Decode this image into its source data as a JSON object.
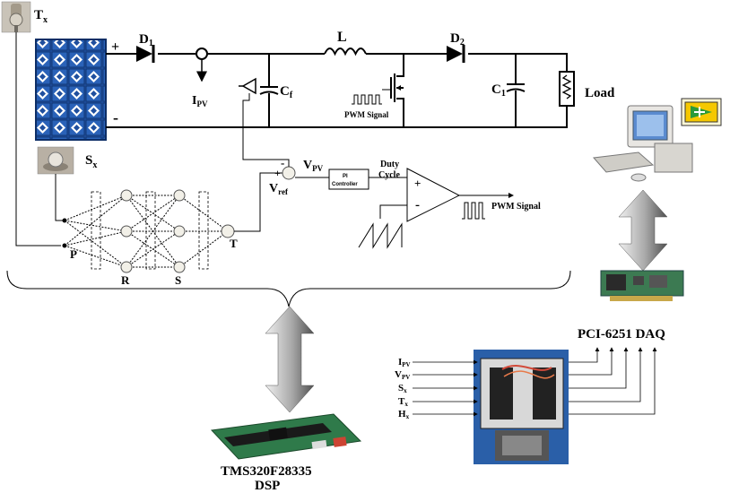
{
  "sensors": {
    "tx": "T",
    "tx_sub": "x",
    "sx": "S",
    "sx_sub": "x"
  },
  "circuit": {
    "plus": "+",
    "minus": "-",
    "d1": "D",
    "d1_sub": "1",
    "d2": "D",
    "d2_sub": "2",
    "inductor": "L",
    "ipv": "I",
    "ipv_sub": "PV",
    "cf": "C",
    "cf_sub": "f",
    "c1": "C",
    "c1_sub": "1",
    "load": "Load",
    "pwm_label": "PWM Signal"
  },
  "controller": {
    "vpv": "V",
    "vpv_sub": "PV",
    "vref": "V",
    "vref_sub": "ref",
    "sum_plus": "+",
    "sum_minus": "-",
    "pi_line1": "PI",
    "pi_line2": "Controller",
    "duty_line1": "Duty",
    "duty_line2": "Cycle",
    "comp_plus": "+",
    "comp_minus": "-",
    "pwm_out": "PWM Signal"
  },
  "network": {
    "p": "P",
    "r": "R",
    "s": "S",
    "t": "T"
  },
  "daq": {
    "title": "PCI-6251 DAQ",
    "inputs": [
      {
        "main": "I",
        "sub": "PV"
      },
      {
        "main": "V",
        "sub": "PV"
      },
      {
        "main": "S",
        "sub": "x"
      },
      {
        "main": "T",
        "sub": "x"
      },
      {
        "main": "H",
        "sub": "x"
      }
    ]
  },
  "dsp": {
    "line1": "TMS320F28335",
    "line2": "DSP"
  },
  "icons": {
    "pc": "computer-icon",
    "labview": "labview-icon"
  },
  "colors": {
    "panel": "#1f4f9e",
    "arrow_light": "#e9e9e9",
    "arrow_dark": "#5a5a5a",
    "pcb_green": "#2f7a4a",
    "daq_blue": "#2a5fa8"
  }
}
